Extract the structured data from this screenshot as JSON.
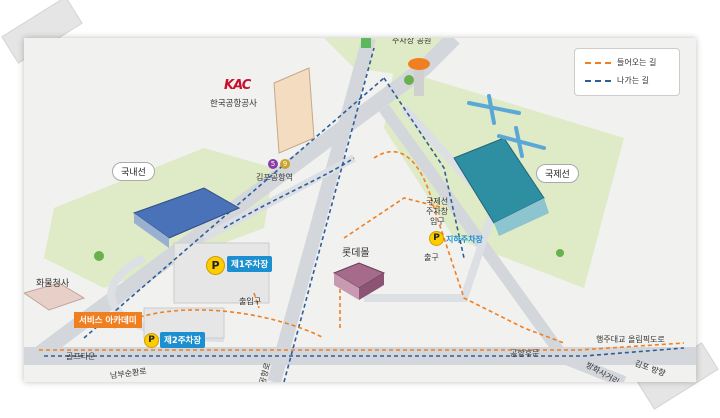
{
  "legend": {
    "incoming_label": "들어오는 길",
    "outgoing_label": "나가는 길",
    "incoming_color": "#f07f21",
    "outgoing_color": "#2e5d9a"
  },
  "labels": {
    "top_truncated": "주차장 공원",
    "kac_logo": "KAC",
    "kac_name": "한국공항공사",
    "domestic": "국내선",
    "international": "국제선",
    "subway_line5": "5",
    "subway_line9": "9",
    "gimpo_station": "김포공항역",
    "lotte_mall": "롯데몰",
    "intl_parking_entrance_1": "국제선",
    "intl_parking_entrance_2": "주차장",
    "intl_parking_entrance_3": "입구",
    "underground_parking": "지하주차장",
    "exit": "출구",
    "entrance_exit": "출입구",
    "cargo_building": "화물청사",
    "service_academy": "서비스 아카데미",
    "golf_town": "골프타운",
    "airport_back_gate": "공항후문",
    "haengju_road": "행주대교 올림픽도로",
    "nambu_ring_road": "남부순환로",
    "gonghang_ro": "공항로",
    "banghwa_intersection": "방화사거리",
    "gimpo_direction": "김포 방향",
    "parking_1": "제1주차장",
    "parking_2": "제2주차장",
    "parking_icon": "P"
  }
}
